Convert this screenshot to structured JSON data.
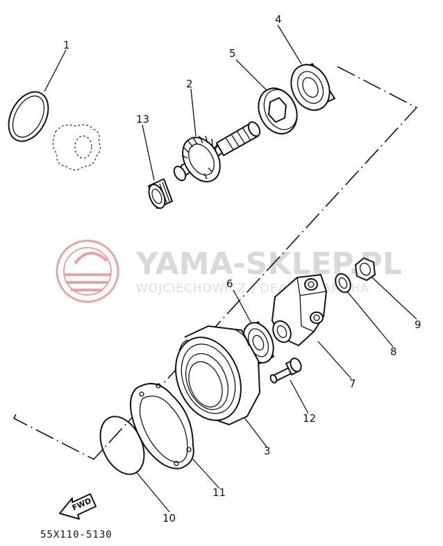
{
  "diagram_code": "55X110-5130",
  "watermark": {
    "title": "YAMA-SKLEP.PL",
    "subtitle": "WOJCIECHOWICZ | DEALER YAMAHA",
    "logo_color": "#e8a3a3",
    "text_color": "#d9d9d9"
  },
  "direction_marker": {
    "label": "FWD",
    "icon": "forward-arrow-icon"
  },
  "callouts": [
    {
      "number": "1",
      "part": "o-ring"
    },
    {
      "number": "2",
      "part": "pinion gear shaft"
    },
    {
      "number": "3",
      "part": "bearing housing"
    },
    {
      "number": "4",
      "part": "bearing"
    },
    {
      "number": "5",
      "part": "nut"
    },
    {
      "number": "6",
      "part": "oil seal"
    },
    {
      "number": "7",
      "part": "universal joint yoke"
    },
    {
      "number": "8",
      "part": "washer"
    },
    {
      "number": "9",
      "part": "nut"
    },
    {
      "number": "10",
      "part": "o-ring"
    },
    {
      "number": "11",
      "part": "gasket"
    },
    {
      "number": "12",
      "part": "bolt"
    },
    {
      "number": "13",
      "part": "needle bearing"
    }
  ]
}
